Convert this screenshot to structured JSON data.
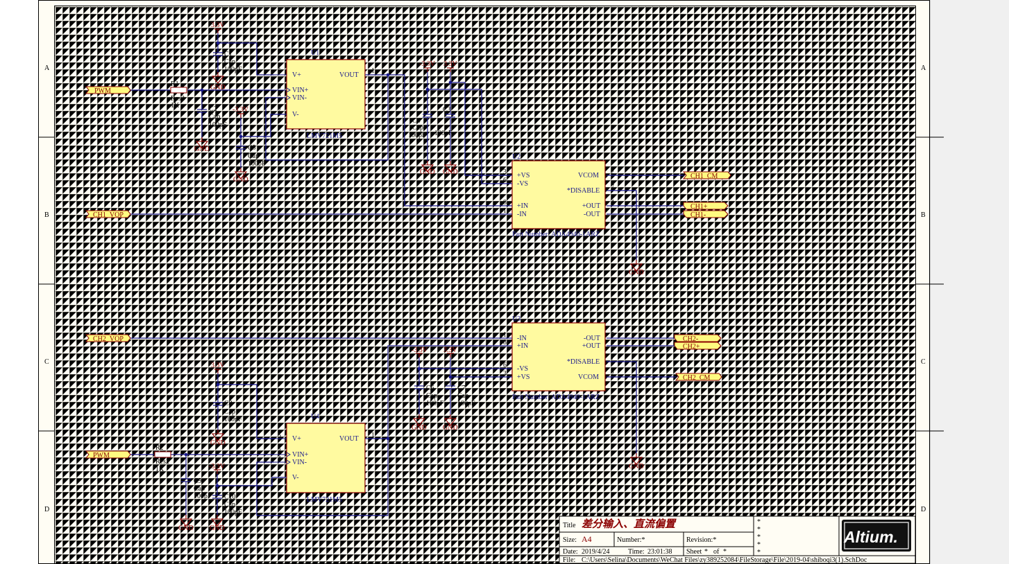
{
  "zones": {
    "left": [
      "A",
      "B",
      "C",
      "D"
    ],
    "right": [
      "A",
      "B",
      "C",
      "D"
    ]
  },
  "title_block": {
    "title_label": "Title",
    "title_value": "差分输入、直流偏置",
    "size_label": "Size:",
    "size_value": "A4",
    "number_label": "Number:*",
    "revision_label": "Revision:*",
    "date_label": "Date:",
    "date_value": "2019/4/24",
    "time_label": "Time:",
    "time_value": "23:01:38",
    "sheet_label": "Sheet",
    "sheet_value": "*",
    "of_label": "of",
    "of_value": "*",
    "file_label": "File:",
    "file_value": "C:\\Users\\Selina\\Documents\\WeChat Files\\zy389252084\\FileStorage\\File\\2019-04\\shiboqi3(1).SchDoc",
    "stars": [
      "*",
      "*",
      "*",
      "*",
      "*"
    ],
    "logo": "Altium."
  },
  "ports": {
    "pwm1": "PWM",
    "ch1_vop": "CH1_VOP",
    "ch1_cm": "CH1_CM",
    "ch1p": "CH1+",
    "ch1n": "CH1-",
    "ch2_vop": "CH2_VOP",
    "pwm2": "PWM",
    "ch2n": "CH2-",
    "ch2p": "CH2+",
    "ch2_cm": "CH2_CM"
  },
  "power": {
    "p33": "3.3V",
    "n33": "-3.3V",
    "gnd": "GND"
  },
  "parts": {
    "u1": {
      "ref": "U1",
      "name": "LMV721M5",
      "pins": {
        "vp": "V+",
        "vinp": "VIN+",
        "vinn": "VIN-",
        "vm": "V-",
        "vout": "VOUT"
      },
      "nums": {
        "vp": "5",
        "vinp": "3",
        "vinn": "4",
        "vm": "2",
        "vout": "1"
      }
    },
    "u4": {
      "ref": "U4",
      "name": "LMV721M5",
      "pins": {
        "vp": "V+",
        "vinp": "VIN+",
        "vinn": "VIN-",
        "vm": "V-",
        "vout": "VOUT"
      },
      "nums": {
        "vp": "5",
        "vinp": "3",
        "vinn": "4",
        "vm": "2",
        "vout": "1"
      }
    },
    "u2": {
      "ref": "U2",
      "part": "Part Number: ADA4940-1ARZ",
      "pins": {
        "pvs": "+VS",
        "mvs": "-VS",
        "pin": "+IN",
        "min": "-IN",
        "vcom": "VCOM",
        "dis": "*DISABLE",
        "pout": "+OUT",
        "mout": "-OUT"
      },
      "nums": {
        "pvs": "3",
        "mvs": "6",
        "pin": "8",
        "min": "1",
        "vcom": "2",
        "dis": "7",
        "pout": "4",
        "mout": "5"
      }
    },
    "u3": {
      "ref": "U3",
      "part": "Part Number: ADA4940-1ARZ",
      "pins": {
        "min": "-IN",
        "pin": "+IN",
        "mvs": "-VS",
        "pvs": "+VS",
        "mout": "-OUT",
        "pout": "+OUT",
        "dis": "*DISABLE",
        "vcom": "VCOM"
      },
      "nums": {
        "min": "1",
        "pin": "8",
        "mvs": "6",
        "pvs": "3",
        "mout": "5",
        "pout": "4",
        "dis": "7",
        "vcom": "2"
      }
    },
    "r1": {
      "ref": "R1",
      "type": "Res2",
      "value": "1K"
    },
    "r2": {
      "ref": "R2",
      "type": "Res2",
      "value": "1K"
    },
    "c1": {
      "ref": "C1",
      "type": "Cap",
      "value": "100pF"
    },
    "c2": {
      "ref": "C2",
      "type": "Cap",
      "value": "100pF"
    },
    "c3": {
      "ref": "C3",
      "type": "",
      "value": "100pF"
    },
    "c4": {
      "ref": "C4",
      "type": "Cap",
      "value": "100pF"
    },
    "c5": {
      "ref": "C5",
      "type": "Cap",
      "value": "100pF"
    },
    "c6": {
      "ref": "C6",
      "type": "Cap",
      "value": "100pF"
    },
    "c7": {
      "ref": "C7",
      "type": "Cap",
      "value": "100pF"
    },
    "c8": {
      "ref": "C8",
      "type": "Cap",
      "value": "100pF"
    },
    "c9": {
      "ref": "C9",
      "type": "Cap",
      "value": "100pF"
    },
    "c10": {
      "ref": "C10",
      "type": "Cap",
      "value": "100pF"
    }
  },
  "colors": {
    "wire": "#1a1a8c",
    "component_fill": "#fffaa0",
    "component_stroke": "#8b0000",
    "sheet_bg": "#fffdf4"
  }
}
